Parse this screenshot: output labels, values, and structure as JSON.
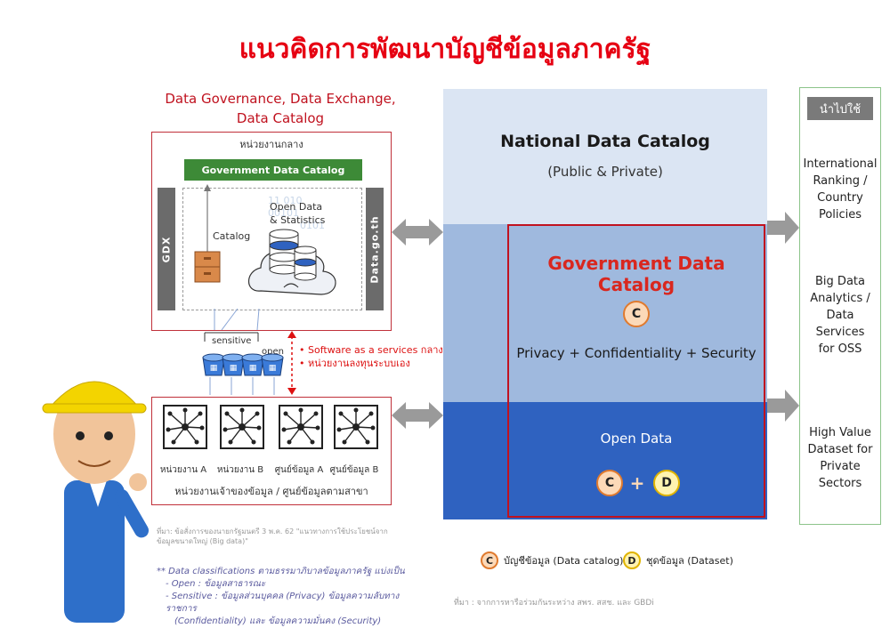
{
  "title": "แนวคิดการพัฒนาบัญชีข้อมูลภาครัฐ",
  "left_heading": [
    "Data Governance, Data Exchange,",
    "Data Catalog"
  ],
  "central_box": {
    "label": "หน่วยงานกลาง",
    "gdc_bar": "Government Data Catalog",
    "gdx": "GDX",
    "data_go_th": "Data.go.th",
    "catalog": "Catalog",
    "open_data": [
      "Open Data",
      "& Statistics"
    ],
    "binary": [
      "11 010",
      "00101",
      "0101"
    ]
  },
  "exchange": {
    "sensitive": "sensitive",
    "open": "open",
    "notes": [
      "• Software as a services กลาง",
      "• หน่วยงานลงทุนระบบเอง"
    ]
  },
  "agency_box": {
    "agencies": [
      "หน่วยงาน A",
      "หน่วยงาน B",
      "ศูนย์ข้อมูล A",
      "ศูนย์ข้อมูล B"
    ],
    "footer": "หน่วยงานเจ้าของข้อมูล / ศูนย์ข้อมูลตามสาขา"
  },
  "source_note": [
    "ที่มา: ข้อสั่งการของนายกรัฐมนตรี 3 พ.ค. 62 \"แนวทางการใช้ประโยชน์จาก",
    "ข้อมูลขนาดใหญ่ (Big data)\""
  ],
  "classification_note": [
    "** Data classifications ตามธรรมาภิบาลข้อมูลภาครัฐ แบ่งเป็น",
    "- Open : ข้อมูลสาธารณะ",
    "- Sensitive : ข้อมูลส่วนบุคคล (Privacy) ข้อมูลความลับทางราชการ",
    "(Confidentiality) และ ข้อมูลความมั่นคง (Security)"
  ],
  "catalog_panel": {
    "ndc_title": "National Data Catalog",
    "ndc_sub": "(Public & Private)",
    "gdc_title": "Government Data Catalog",
    "gdc_badge": "C",
    "gdc_sub": "Privacy + Confidentiality + Security",
    "od_title": "Open Data",
    "od_badge_c": "C",
    "od_plus": "+",
    "od_badge_d": "D"
  },
  "use_panel": {
    "header": "นำไปใช้",
    "items": [
      [
        "International",
        "Ranking /",
        "Country",
        "Policies"
      ],
      [
        "Big Data",
        "Analytics /",
        "Data",
        "Services",
        "for OSS"
      ],
      [
        "High Value",
        "Dataset for",
        "Private",
        "Sectors"
      ]
    ]
  },
  "legend": {
    "c_badge": "C",
    "c_label": "บัญชีข้อมูล (Data catalog)",
    "d_badge": "D",
    "d_label": "ชุดข้อมูล (Dataset)"
  },
  "credit": "ที่มา : จากการหารือร่วมกันระหว่าง สพร. สสช. และ GBDi",
  "colors": {
    "title_red": "#e60012",
    "accent_red": "#c0121f",
    "gdc_green": "#3d8a37",
    "ndc_light": "#dbe5f3",
    "gdc_mid": "#9fb9de",
    "open_blue": "#2f62c0",
    "use_border": "#8cc48a"
  }
}
